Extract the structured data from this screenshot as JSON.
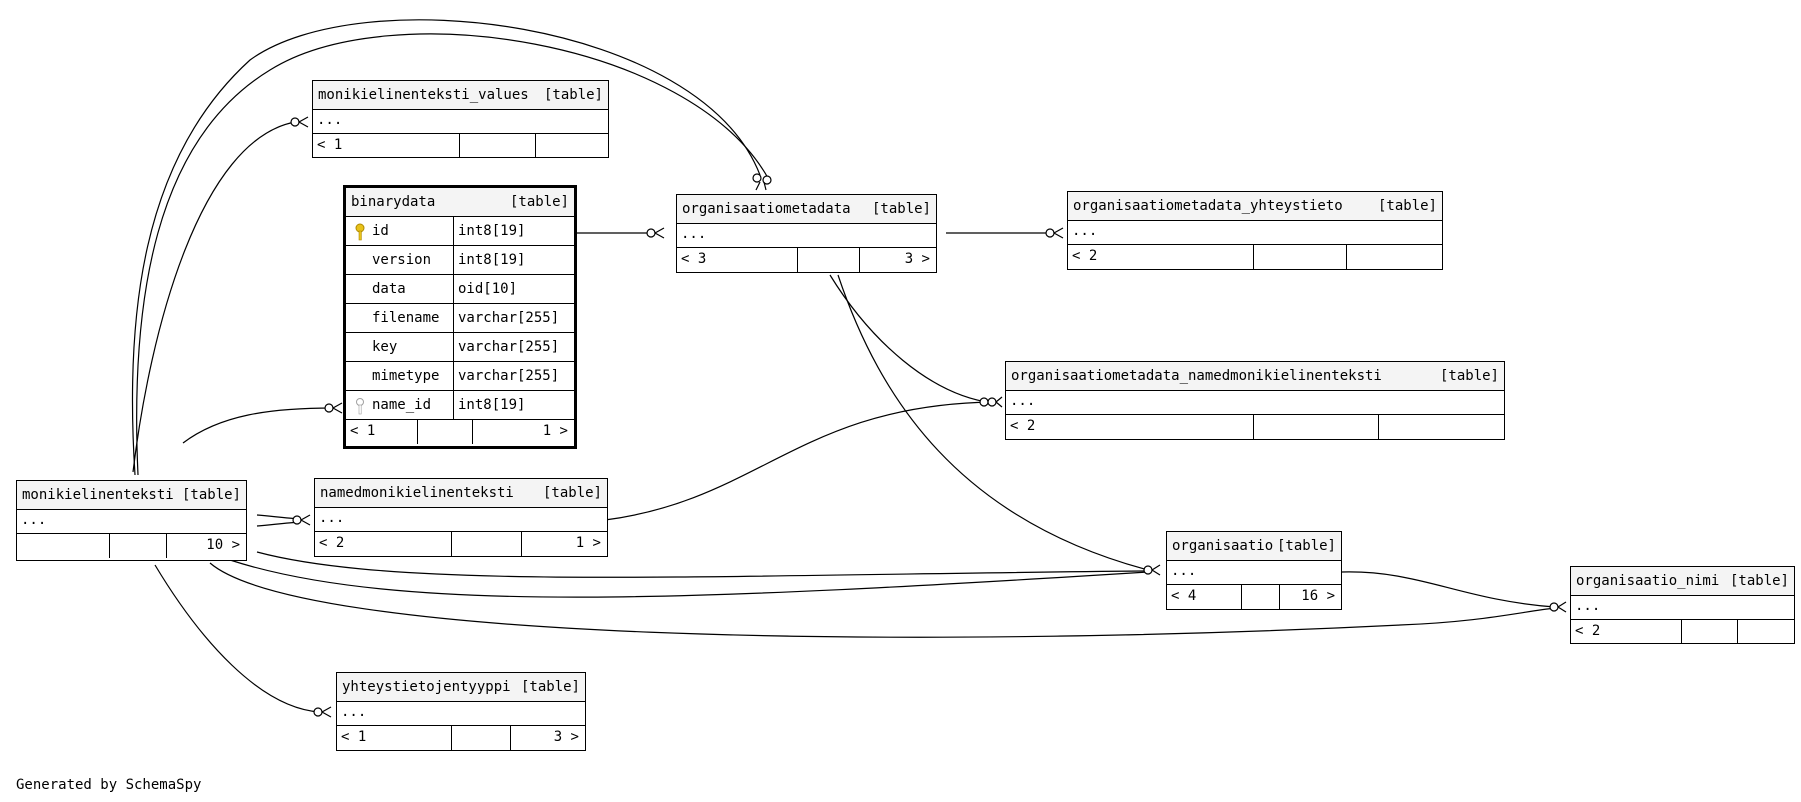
{
  "diagram": {
    "footer": "Generated by SchemaSpy",
    "table_tag": "[table]",
    "entities": {
      "monikielinenteksti_values": {
        "name": "monikielinenteksti_values",
        "dots": "...",
        "left": "< 1",
        "right": ""
      },
      "binarydata": {
        "name": "binarydata",
        "columns": [
          {
            "name": "id",
            "type": "int8[19]",
            "key": "primary"
          },
          {
            "name": "version",
            "type": "int8[19]",
            "key": ""
          },
          {
            "name": "data",
            "type": "oid[10]",
            "key": ""
          },
          {
            "name": "filename",
            "type": "varchar[255]",
            "key": ""
          },
          {
            "name": "key",
            "type": "varchar[255]",
            "key": ""
          },
          {
            "name": "mimetype",
            "type": "varchar[255]",
            "key": ""
          },
          {
            "name": "name_id",
            "type": "int8[19]",
            "key": "foreign"
          }
        ],
        "left": "< 1",
        "right": "1 >"
      },
      "organisaatiometadata": {
        "name": "organisaatiometadata",
        "dots": "...",
        "left": "< 3",
        "right": "3 >"
      },
      "organisaatiometadata_yhteystieto": {
        "name": "organisaatiometadata_yhteystieto",
        "dots": "...",
        "left": "< 2",
        "right": ""
      },
      "organisaatiometadata_namedmonikielinenteksti": {
        "name": "organisaatiometadata_namedmonikielinenteksti",
        "dots": "...",
        "left": "< 2",
        "right": ""
      },
      "monikielinenteksti": {
        "name": "monikielinenteksti",
        "dots": "...",
        "left": "",
        "right": "10 >"
      },
      "namedmonikielinenteksti": {
        "name": "namedmonikielinenteksti",
        "dots": "...",
        "left": "< 2",
        "right": "1 >"
      },
      "organisaatio": {
        "name": "organisaatio",
        "dots": "...",
        "left": "< 4",
        "right": "16 >"
      },
      "organisaatio_nimi": {
        "name": "organisaatio_nimi",
        "dots": "...",
        "left": "< 2",
        "right": ""
      },
      "yhteystietojentyyppi": {
        "name": "yhteystietojentyyppi",
        "dots": "...",
        "left": "< 1",
        "right": "3 >"
      }
    },
    "colors": {
      "primary_key": "#e8c21a",
      "foreign_key": "#a0a0a0",
      "header_bg": "#f4f4f4",
      "line": "#000000"
    }
  }
}
